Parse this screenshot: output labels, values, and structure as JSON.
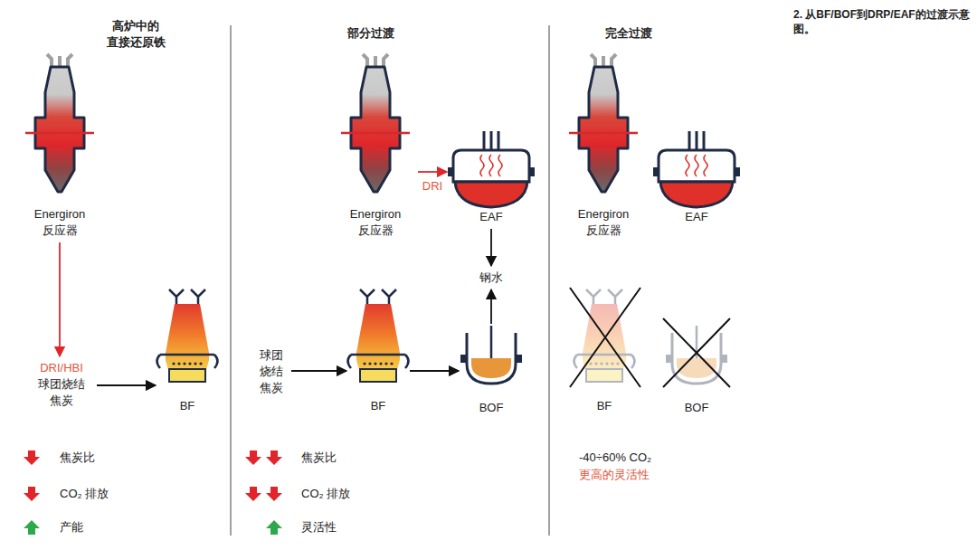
{
  "diagram": {
    "caption": "2. 从BF/BOF到DRP/EAF的过渡示意图。",
    "nodes": [
      {
        "text": [
          "Energiron 反应器"
        ]
      },
      {
        "text": [
          "DRI/HBI",
          "球团烧结 焦炭"
        ]
      },
      {
        "text": [
          "BF"
        ]
      },
      {
        "text": [
          "Energiron 反应器"
        ]
      },
      {
        "text": [
          "EAF"
        ]
      },
      {
        "text": [
          "钢水"
        ]
      },
      {
        "text": [
          "球团 烧结 焦炭"
        ]
      },
      {
        "text": [
          "BF"
        ]
      },
      {
        "text": [
          "BOF"
        ]
      },
      {
        "text": [
          "Energiron 反应器"
        ]
      },
      {
        "text": [
          "EAF"
        ]
      },
      {
        "text": [
          "BF"
        ]
      },
      {
        "text": [
          "BOF"
        ]
      }
    ],
    "edges": [
      {
        "from": 0,
        "to": 1,
        "arrow": "to"
      },
      {
        "from": 1,
        "to": 2,
        "arrow": "to"
      },
      {
        "from": 3,
        "to": 4,
        "label": "DRI",
        "arrow": "to"
      },
      {
        "from": 4,
        "to": 5,
        "arrow": "to"
      },
      {
        "from": 8,
        "to": 5,
        "arrow": "to"
      },
      {
        "from": 6,
        "to": 7,
        "arrow": "to"
      },
      {
        "from": 7,
        "to": 8,
        "arrow": "to"
      }
    ],
    "labels": [
      "高炉中的 直接还原铁",
      "部分过渡",
      "完全过渡",
      "焦炭比",
      "CO₂ 排放",
      "产能",
      "焦炭比",
      "CO₂ 排放",
      "灵活性",
      "-40÷60% CO₂",
      "更高的灵活性"
    ]
  }
}
